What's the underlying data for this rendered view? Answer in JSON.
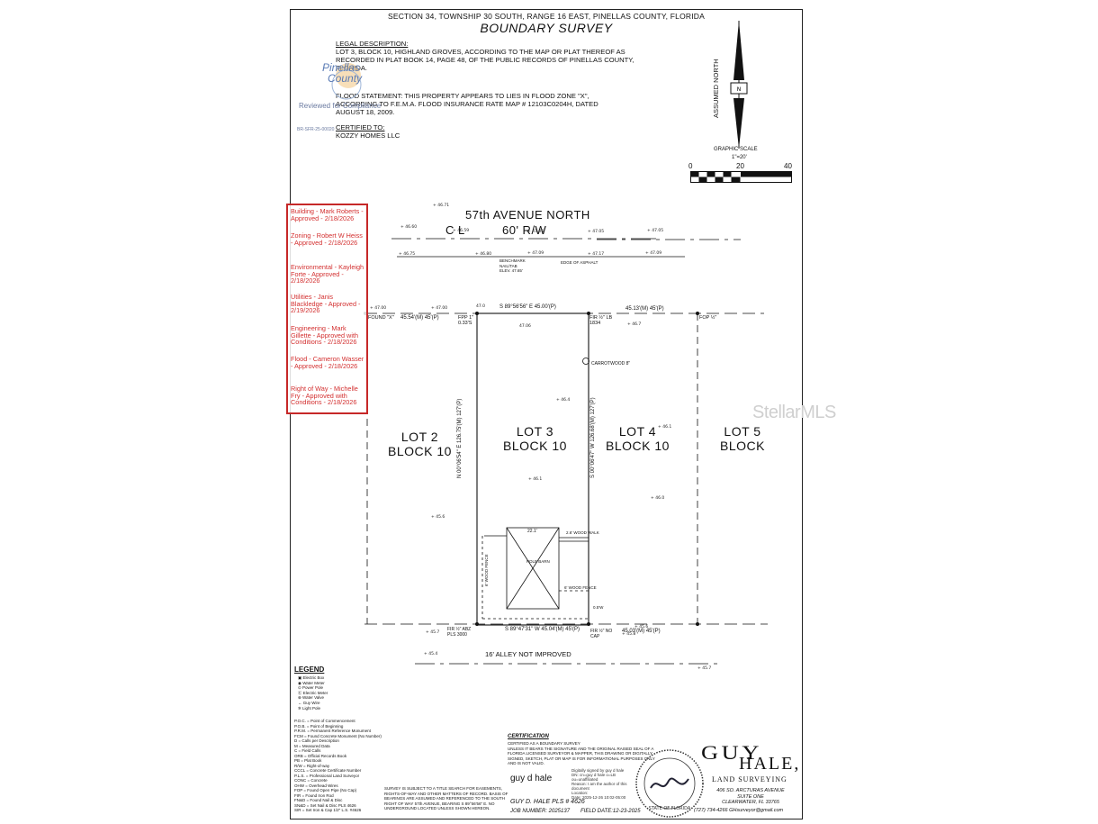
{
  "header": {
    "section_line": "SECTION 34, TOWNSHIP 30 SOUTH, RANGE 16 EAST, PINELLAS COUNTY, FLORIDA",
    "title": "BOUNDARY SURVEY"
  },
  "legal": {
    "heading": "LEGAL DESCRIPTION:",
    "lines": [
      "LOT 3, BLOCK 10, HIGHLAND GROVES, ACCORDING TO THE MAP OR PLAT THEREOF AS",
      "RECORDED IN PLAT BOOK 14, PAGE 48, OF THE PUBLIC RECORDS OF PINELLAS COUNTY,",
      "FLORIDA."
    ]
  },
  "flood": {
    "lines": [
      "FLOOD STATEMENT: THIS PROPERTY APPEARS TO LIES IN FLOOD ZONE \"X\",",
      "ACCORDING TO F.E.M.A. FLOOD INSURANCE RATE MAP # 12103C0204H, DATED",
      "AUGUST 18, 2009."
    ]
  },
  "certified": {
    "heading": "CERTIFIED TO:",
    "name": "KOZZY HOMES LLC"
  },
  "county_stamp": {
    "logo_top": "Pinellas",
    "logo_bottom": "County",
    "reviewed": "Reviewed for Compliance",
    "permit": "BR-SFR-25-00020"
  },
  "north": {
    "label": "ASSUMED NORTH"
  },
  "scale": {
    "title": "GRAPHIC SCALE",
    "ratio": "1\"=20'",
    "ticks": [
      "0",
      "20",
      "40"
    ]
  },
  "approvals": [
    "Building - Mark Roberts - Approved - 2/18/2026",
    "Zoning - Robert W Heiss - Approved - 2/18/2026",
    "Environmental - Kayleigh Forte - Approved - 2/18/2026",
    "Utilities - Janis Blackledge - Approved - 2/19/2026",
    "Engineering - Mark Gillette - Approved with Conditions - 2/18/2026",
    "Flood - Cameron Wasser - Approved - 2/18/2026",
    "Right of Way - Michelle Fry - Approved with Conditions - 2/18/2026"
  ],
  "street": {
    "name": "57th AVENUE NORTH",
    "cl": "C L",
    "rw": "60' R/W"
  },
  "alley": {
    "name": "16' ALLEY NOT IMPROVED"
  },
  "lots": [
    {
      "line1": "LOT 2",
      "line2": "BLOCK 10"
    },
    {
      "line1": "LOT 3",
      "line2": "BLOCK 10"
    },
    {
      "line1": "LOT 4",
      "line2": "BLOCK 10"
    },
    {
      "line1": "LOT 5",
      "line2": "BLOCK"
    }
  ],
  "survey_labels": {
    "north_bearing": "S 89°56'56\" E 45.00'(P)",
    "south_bearing": "S 89°47'31\" W 45.04'(M) 45'(P)",
    "west_bearing": "N 00°06'54\" E 126.75'(M) 127'(P)",
    "east_bearing": "S 00°06'47\" W 126.68'(M) 127'(P)",
    "lot2_front": "45.54'(M) 45'(P)",
    "lot4_front": "45.13'(M) 45'(P)",
    "lot4_rear": "45.03'(M) 45'(P)",
    "found_x": "FOUND \"X\"",
    "fpp": "FPP 1\" 0.33'S",
    "fir_lb": "FIR ½\" LB 1834",
    "fop": "FOP ½\"",
    "carrotwood": "CARROTWOOD 8\"",
    "pole_barn": "POLE BARN",
    "pole_barn_dim": "22.1'",
    "wood_walk": "2.6' WOOD WALK",
    "wood_fence_v": "6' WOOD FENCE",
    "wood_fence_h": "6' WOOD FENCE",
    "fence_offset": "0.5'W",
    "fir_abz": "FIR ½\" ABZ PLS 3000",
    "fir_nocap": "FIR ½\" NO CAP",
    "benchmark": "BENCHMARK NAIL/TAB ELEV. 47.65'",
    "edge_asphalt": "EDGE OF ASPHALT"
  },
  "legend": {
    "title": "LEGEND",
    "symbols": [
      "Electric Box",
      "Water Meter",
      "Power Pole",
      "Electric Meter",
      "Water Valve",
      "Guy Wire",
      "Light Pole"
    ],
    "abbrev": [
      "P.O.C. = Point of Commencement",
      "P.O.B. = Point of Beginning",
      "P.R.M. = Permanent Reference Monument",
      "FCM = Found Concrete Monument (No Number)",
      "D = Calls per Description",
      "M = Measured Data",
      "C = Field Calls",
      "ORB = Official Records Book",
      "PB = Plat Book",
      "R/W = Right-of-way",
      "CCCL = Concrete Certificate Number",
      "P.L.S. = Professional Land Surveyor",
      "CONC = Concrete",
      "OHW = Overhead Wires",
      "FOP = Found Open Pipe (No Cap)",
      "FIR = Found Iron Rod",
      "FN&D = Found Nail & Disc",
      "SN&D = Set Nail & Disc PLS 4626",
      "SIR = Set Iron & Cap 1/2\" L.S. #4626"
    ]
  },
  "notes": [
    "SURVEY IS SUBJECT TO A TITLE SEARCH FOR EASEMENTS,",
    "RIGHTS-OF-WAY AND OTHER MATTERS OF RECORD. BASIS OF",
    "BEARINGS ARE ASSUMED AND REFERENCED TO THE SOUTH",
    "RIGHT OF WAY 57th AVENUE, BEARING S 89°56'56\" E. NO",
    "UNDERGROUND LOCATED UNLESS SHOWN HEREON."
  ],
  "certification": {
    "title": "CERTIFICATION",
    "lines": [
      "CERTIFIED AS A BOUNDARY SURVEY",
      "UNLESS IT BEARS THE SIGNATURE AND THE ORIGINAL RAISED SEAL OF A",
      "FLORIDA LICENSED SURVEYOR & MAPPER, THIS DRAWING OR DIGITALLY",
      "SIGNED, SKETCH, PLAT OR MAP IS FOR INFORMATIONAL PURPOSES ONLY",
      "AND IS NOT VALID."
    ],
    "signature": "guy d hale",
    "digital": [
      "Digitally signed by guy d hale",
      "DN: cn=guy d hale o=LB",
      "ou=unaffiliated",
      "Reason: I am the author of this",
      "document",
      "Location:",
      "Date: 2025-12-26 10:02-05:00"
    ],
    "pls": "GUY D. HALE PLS # 4626",
    "job": "JOB NUMBER: 2025137",
    "field_date": "FIELD DATE:12-23-2025"
  },
  "company": {
    "name_top": "GUY",
    "name_mid": "HALE,",
    "sub": "LAND SURVEYING",
    "address1": "406 SO. ARCTURAS AVENUE",
    "address2": "SUITE ONE",
    "address3": "CLEARWATER, FL 33765",
    "contact": "(727) 734-4266 GHsurveyor@gmail.com"
  },
  "watermark": "StellarMLS"
}
